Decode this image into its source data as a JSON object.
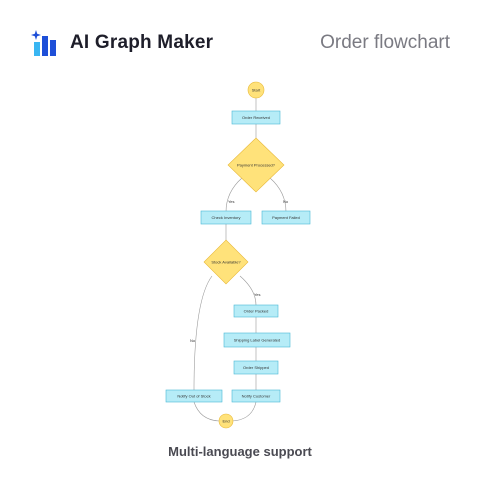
{
  "header": {
    "app_title": "AI Graph Maker",
    "page_title": "Order flowchart",
    "logo_icon": "bar-chart-sparkle-icon"
  },
  "colors": {
    "terminal_fill": "#ffe27a",
    "terminal_stroke": "#e8b93a",
    "process_fill": "#b6ecf7",
    "process_stroke": "#49b8d6",
    "decision_fill": "#ffe27a",
    "decision_stroke": "#e8b93a",
    "edge": "#9a9a9a",
    "logo_dark": "#1e4fd8",
    "logo_light": "#39b6f2"
  },
  "flowchart": {
    "start": "Start",
    "order_received": "Order Received",
    "payment_processed": "Payment Processed?",
    "yes_payment": "Yes",
    "no_payment": "No",
    "check_inventory": "Check Inventory",
    "payment_failed": "Payment Failed",
    "stock_available": "Stock Available?",
    "yes_stock": "Yes",
    "no_stock": "No",
    "order_packed": "Order Packed",
    "shipping_label": "Shipping Label Generated",
    "order_shipped": "Order Shipped",
    "notify_customer": "Notify Customer",
    "notify_out_of_stock": "Notify Out of Stock",
    "end": "End"
  },
  "caption": "Multi-language support"
}
